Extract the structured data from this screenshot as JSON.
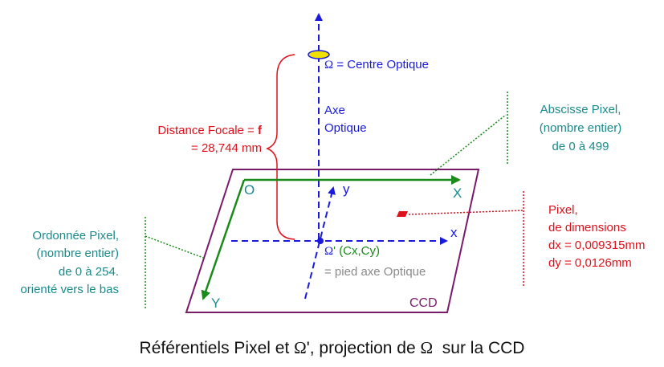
{
  "labels": {
    "omega_sym": "Ω",
    "omega_text": " = Centre Optique",
    "axe_line1": "Axe",
    "axe_line2": "Optique",
    "focal_prefix": "Distance Focale = ",
    "focal_f": "f",
    "focal_value": "= 28,744 mm",
    "abscisse": [
      "Abscisse Pixel,",
      "(nombre entier)",
      "de 0 à 499"
    ],
    "ordonnee": [
      "Ordonnée Pixel,",
      "(nombre entier)",
      "de 0 à 254.",
      "orienté vers le bas"
    ],
    "pixel": [
      "Pixel,",
      "de dimensions",
      "dx = 0,009315mm",
      "dy = 0,0126mm"
    ],
    "axis_O": "O",
    "axis_X": "X",
    "axis_Y": "Y",
    "axis_x": "x",
    "axis_y": "y",
    "omega_prime_sym": "Ω",
    "omega_prime_text": "' (Cx,Cy)",
    "pied": "= pied axe Optique",
    "ccd": "CCD"
  },
  "caption": {
    "part1": "Référentiels Pixel et ",
    "sym1": "Ω",
    "part2": "', projection de ",
    "sym2": "Ω",
    "part3": "  sur la CCD"
  },
  "colors": {
    "blue": "#1a1adc",
    "red": "#e0101a",
    "teal": "#1a8a8a",
    "green": "#1a8a1a",
    "purple": "#7a1a6a",
    "lens_fill": "#f0e000"
  }
}
